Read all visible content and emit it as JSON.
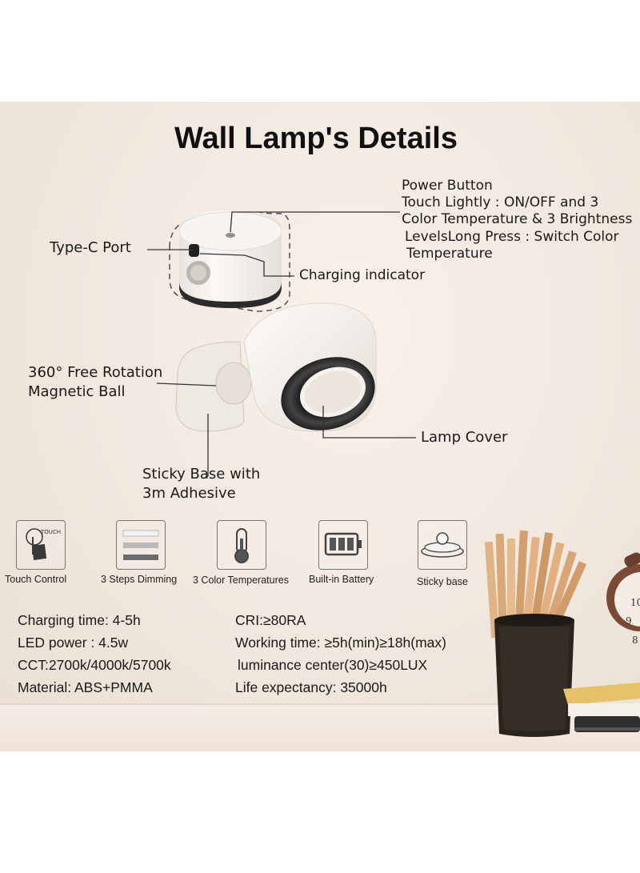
{
  "title": "Wall Lamp's Details",
  "callouts": {
    "power_button": {
      "heading": "Power Button",
      "line1": "Touch Lightly : ON/OFF and 3",
      "line2": "Color Temperature & 3 Brightness",
      "line3": "LevelsLong Press : Switch Color",
      "line4": "Temperature"
    },
    "type_c_port": "Type-C  Port",
    "charging_indicator": "Charging indicator",
    "rotation_line1": "360° Free Rotation",
    "rotation_line2": "Magnetic Ball",
    "lamp_cover": "Lamp Cover",
    "sticky_base_line1": "Sticky Base with",
    "sticky_base_line2": "3m Adhesive"
  },
  "features": [
    {
      "label": "Touch Control",
      "icon": "touch-icon",
      "icon_text": "TOUCH"
    },
    {
      "label": "3 Steps Dimming",
      "icon": "dimming-icon"
    },
    {
      "label": "3 Color Temperatures",
      "icon": "thermometer-icon"
    },
    {
      "label": "Built-in Battery",
      "icon": "battery-icon"
    },
    {
      "label": "Sticky base",
      "icon": "sticky-base-icon"
    }
  ],
  "specs": {
    "charging_time": "Charging time: 4-5h",
    "led_power": "LED power : 4.5w",
    "cct": "CCT:2700k/4000k/5700k",
    "material": "Material: ABS+PMMA",
    "cri": "CRI:≥80RA",
    "working_time": "Working time: ≥5h(min)≥18h(max)",
    "luminance": "luminance center(30)≥450LUX",
    "life": "Life expectancy: 35000h"
  },
  "clock_numbers": {
    "ten": "10",
    "nine": "9",
    "eight": "8"
  },
  "colors": {
    "background": "#f2e9e0",
    "text": "#1a1a1a",
    "lamp_body": "#fbf8f5",
    "lamp_ring": "#2b2b2b"
  }
}
